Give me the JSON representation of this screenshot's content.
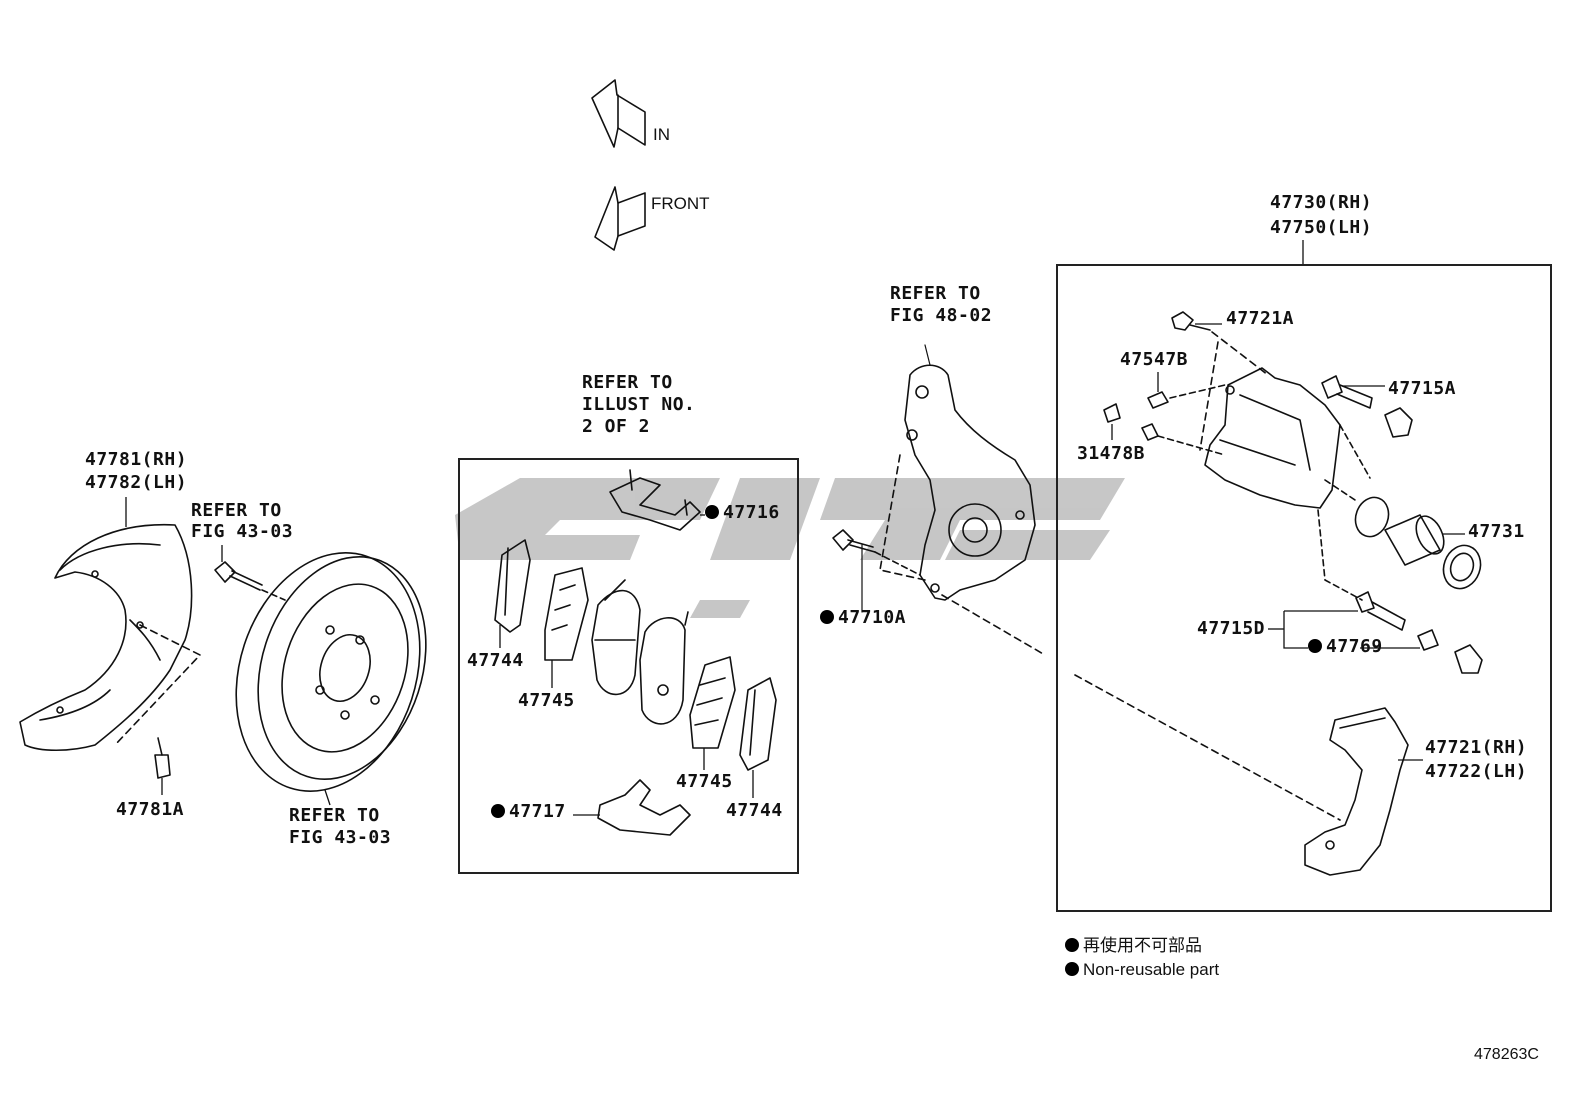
{
  "arrows": {
    "in": "IN",
    "front": "FRONT"
  },
  "caliper_assembly": {
    "rh": "47730(RH)",
    "lh": "47750(LH)"
  },
  "refer_knuckle": {
    "line1": "REFER TO",
    "line2": "FIG 48-02"
  },
  "refer_illust": {
    "line1": "REFER TO",
    "line2": "ILLUST NO.",
    "line3": "2 OF 2"
  },
  "refer_bolt": {
    "line1": "REFER TO",
    "line2": "FIG 43-03"
  },
  "refer_rotor": {
    "line1": "REFER TO",
    "line2": "FIG 43-03"
  },
  "dust_cover": {
    "rh": "47781(RH)",
    "lh": "47782(LH)",
    "bolt": "47781A"
  },
  "pad_kit": {
    "shim_a_left": "47744",
    "shim_b_left": "47745",
    "shim_b_right": "47745",
    "shim_a_right": "47744",
    "clip_top": "47716",
    "clip_bottom": "47717"
  },
  "knuckle_bolt": "47710A",
  "caliper_parts": {
    "bolt": "47721A",
    "bleeder": "47547B",
    "cap": "31478B",
    "pin_a": "47715A",
    "piston": "47731",
    "pin_d": "47715D",
    "boot": "47769",
    "mounting_rh": "47721(RH)",
    "mounting_lh": "47722(LH)"
  },
  "legend": {
    "jp": "再使用不可部品",
    "en": "Non-reusable part"
  },
  "figure_code": "478263C",
  "watermark_color": "#bdbdbd"
}
